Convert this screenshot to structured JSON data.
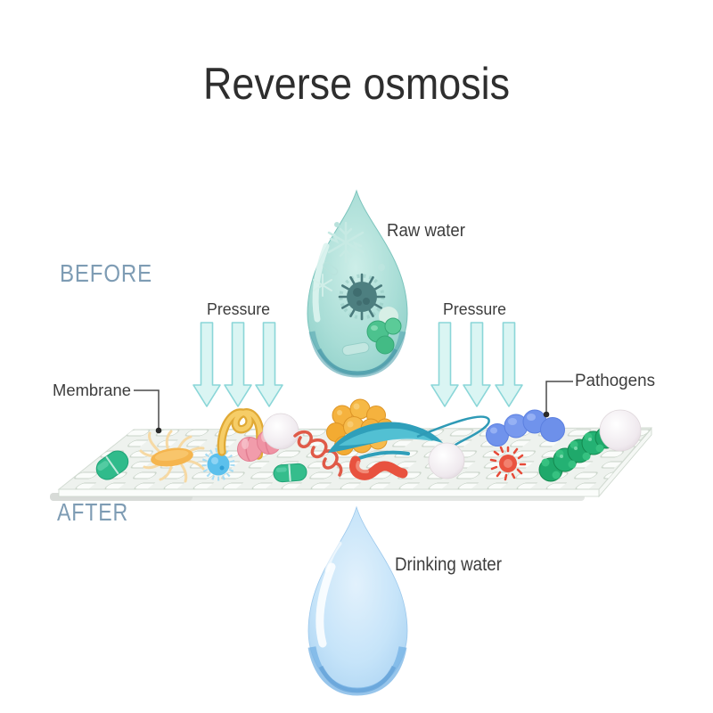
{
  "title": "Reverse osmosis",
  "stages": {
    "before": "BEFORE",
    "after": "AFTER"
  },
  "annotations": {
    "raw_water": "Raw water",
    "pressure_left": "Pressure",
    "pressure_right": "Pressure",
    "membrane": "Membrane",
    "pathogens": "Pathogens",
    "drinking_water": "Drinking water"
  },
  "colors": {
    "title_text": "#2e2e2e",
    "stage_label_text": "#7e9cb4",
    "annotation_text": "#3d3d3d",
    "pressure_arrow_fill": "#daf5f3",
    "pressure_arrow_stroke": "#8ad6d8",
    "raw_water_drop": "#a8ddd6",
    "drinking_water_drop": "#c6e4f9",
    "membrane_surface": "#eef2ee",
    "membrane_hole_outline": "#c9d4c9",
    "leader_line": "#4a4a4a"
  },
  "figure": {
    "pressure_arrows_left_count": 3,
    "pressure_arrows_right_count": 3,
    "raw_drop_content_icons": [
      "coronavirus-icon",
      "snowflake-icon",
      "algae-spheres-icon",
      "capsule-bacterium-icon"
    ],
    "membrane_pathogen_icons": [
      "green-capsule-bacterium-icon",
      "flagellated-bacterium-icon",
      "fuzzy-virus-icon",
      "yellow-worm-icon",
      "pink-diplococcus-icon",
      "white-cell-icon",
      "red-spirillum-icon",
      "green-capsule-bacterium-icon",
      "staph-cluster-icon",
      "teal-flagellate-icon",
      "red-worm-icon",
      "white-cell-icon",
      "blue-cocci-chain-icon",
      "red-spiky-virus-icon",
      "green-caterpillar-bacterium-icon",
      "white-cell-icon"
    ]
  }
}
